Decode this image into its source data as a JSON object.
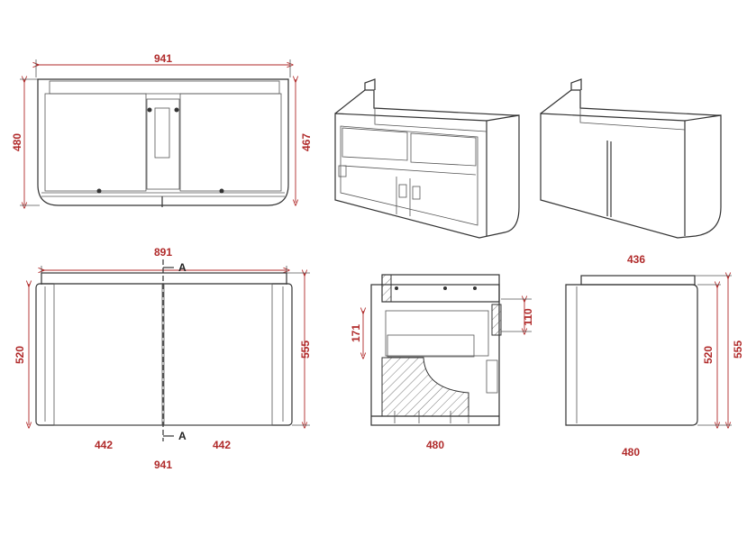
{
  "colors": {
    "dimension": "#b02a2a",
    "outline": "#333333",
    "door_fill": "#e6e7f8",
    "panel_fill": "#ffffff"
  },
  "top_view": {
    "width": "941",
    "depth_left": "480",
    "depth_right": "467"
  },
  "front_view": {
    "inner_width": "891",
    "height_left": "520",
    "height_right": "555",
    "door_left": "442",
    "door_right": "442",
    "overall_width": "941",
    "section_mark_top": "A",
    "section_mark_bottom": "A"
  },
  "section_view": {
    "drawer_height": "171",
    "gap": "110",
    "depth": "480"
  },
  "side_view": {
    "height_left": "520",
    "height_right": "555",
    "depth": "480"
  },
  "iso_view": {
    "label": "436"
  }
}
